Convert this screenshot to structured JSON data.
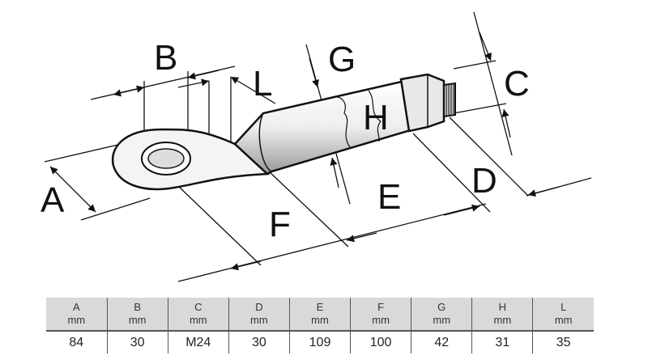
{
  "labels": {
    "A": "A",
    "B": "B",
    "C": "C",
    "D": "D",
    "E": "E",
    "F": "F",
    "G": "G",
    "H": "H",
    "L": "L"
  },
  "table": {
    "columns": [
      {
        "name": "A",
        "unit": "mm",
        "value": "84"
      },
      {
        "name": "B",
        "unit": "mm",
        "value": "30"
      },
      {
        "name": "C",
        "unit": "mm",
        "value": "M24"
      },
      {
        "name": "D",
        "unit": "mm",
        "value": "30"
      },
      {
        "name": "E",
        "unit": "mm",
        "value": "109"
      },
      {
        "name": "F",
        "unit": "mm",
        "value": "100"
      },
      {
        "name": "G",
        "unit": "mm",
        "value": "42"
      },
      {
        "name": "H",
        "unit": "mm",
        "value": "31"
      },
      {
        "name": "L",
        "unit": "mm",
        "value": "35"
      }
    ]
  }
}
